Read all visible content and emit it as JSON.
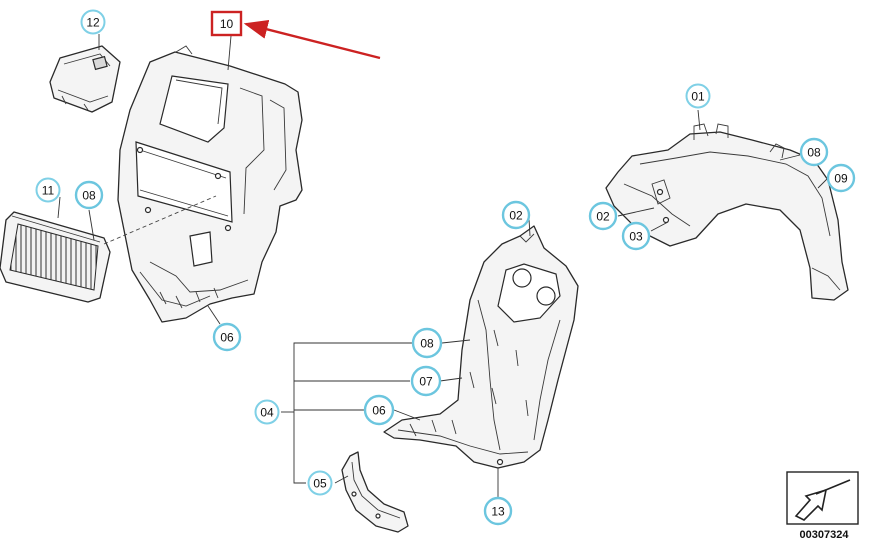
{
  "callouts": {
    "c12": "12",
    "c10": "10",
    "c11": "11",
    "c08a": "08",
    "c06a": "06",
    "c01": "01",
    "c08b": "08",
    "c09": "09",
    "c02a": "02",
    "c03": "03",
    "c02b": "02",
    "c08c": "08",
    "c07": "07",
    "c06b": "06",
    "c04": "04",
    "c05": "05",
    "c13": "13"
  },
  "reference_number": "00307324",
  "colors": {
    "callout_ring": "#7fd0e6",
    "highlight_box": "#cc2222",
    "highlight_arrow": "#cc2222"
  }
}
